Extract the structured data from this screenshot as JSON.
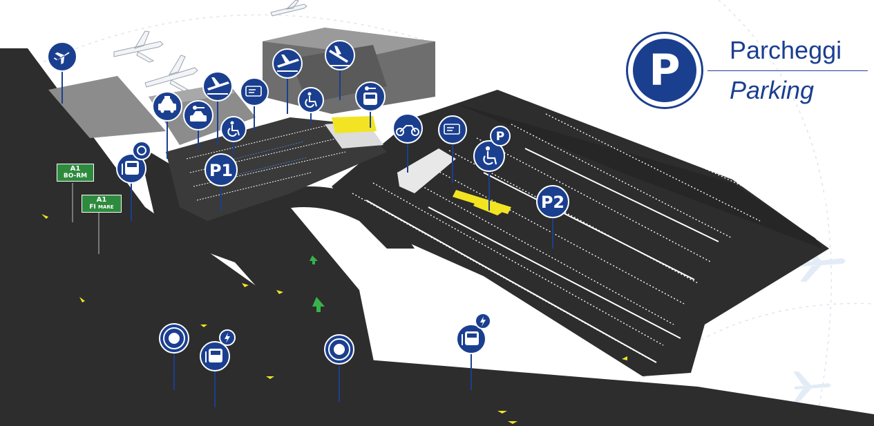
{
  "title": {
    "italian": "Parcheggi",
    "english": "Parking",
    "symbol": "P"
  },
  "parking_labels": {
    "p1": "P1",
    "p2": "P2",
    "small_p": "P"
  },
  "highway_signs": [
    {
      "line1": "A1",
      "line2": "BO-RM",
      "line2_small": ""
    },
    {
      "line1": "A1",
      "line2": "FI",
      "line2_small": "MARE"
    }
  ],
  "colors": {
    "marker_blue": "#1b3f8f",
    "road": "#2d2d2d",
    "highway_green": "#2e8b3e",
    "accent_yellow": "#f2e423",
    "building": "#8c8c8c",
    "background": "#ffffff"
  },
  "icons": [
    "airplane-icon",
    "departures-icon",
    "arrivals-icon",
    "taxi-icon",
    "car-rental-icon",
    "wheelchair-icon",
    "ticket-icon",
    "bus-icon",
    "car-rental-bus-icon",
    "motorcycle-icon",
    "roundabout-icon",
    "electric-bus-icon"
  ]
}
